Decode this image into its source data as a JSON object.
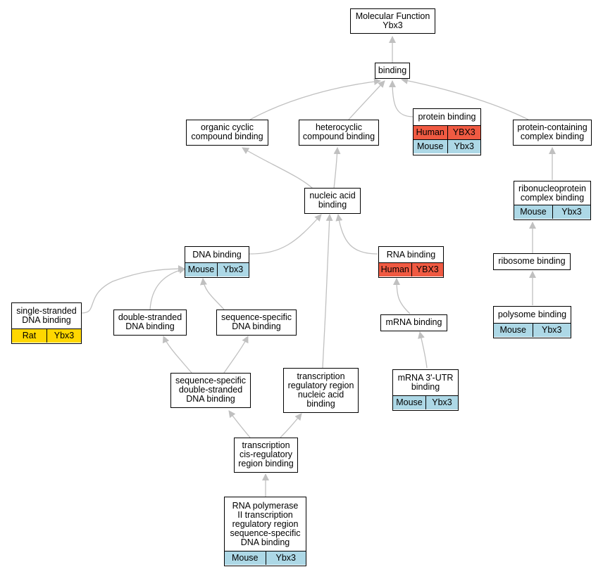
{
  "colors": {
    "mouse": "#add8e6",
    "human": "#f05a42",
    "rat": "#ffd700",
    "edge": "#c0c0c0"
  },
  "nodes": {
    "mf": {
      "lines": [
        "Molecular Function",
        "Ybx3"
      ]
    },
    "binding": {
      "lines": [
        "binding"
      ]
    },
    "ocb": {
      "lines": [
        "organic cyclic",
        "compound binding"
      ]
    },
    "hcb": {
      "lines": [
        "heterocyclic",
        "compound binding"
      ]
    },
    "pb": {
      "lines": [
        "protein binding"
      ],
      "ann": [
        [
          "Human",
          "YBX3"
        ],
        [
          "Mouse",
          "Ybx3"
        ]
      ]
    },
    "pccb": {
      "lines": [
        "protein-containing",
        "complex binding"
      ]
    },
    "nab": {
      "lines": [
        "nucleic acid",
        "binding"
      ]
    },
    "rcb": {
      "lines": [
        "ribonucleoprotein",
        "complex binding"
      ],
      "ann": [
        [
          "Mouse",
          "Ybx3"
        ]
      ]
    },
    "dna": {
      "lines": [
        "DNA binding"
      ],
      "ann": [
        [
          "Mouse",
          "Ybx3"
        ]
      ]
    },
    "rna": {
      "lines": [
        "RNA binding"
      ],
      "ann": [
        [
          "Human",
          "YBX3"
        ]
      ]
    },
    "ribo": {
      "lines": [
        "ribosome binding"
      ]
    },
    "ssdna": {
      "lines": [
        "single-stranded",
        "DNA binding"
      ],
      "ann": [
        [
          "Rat",
          "Ybx3"
        ]
      ]
    },
    "dsdna": {
      "lines": [
        "double-stranded",
        "DNA binding"
      ]
    },
    "seqdna": {
      "lines": [
        "sequence-specific",
        "DNA binding"
      ]
    },
    "mrna": {
      "lines": [
        "mRNA binding"
      ]
    },
    "poly": {
      "lines": [
        "polysome binding"
      ],
      "ann": [
        [
          "Mouse",
          "Ybx3"
        ]
      ]
    },
    "ssds": {
      "lines": [
        "sequence-specific",
        "double-stranded",
        "DNA binding"
      ]
    },
    "trna": {
      "lines": [
        "transcription",
        "regulatory region",
        "nucleic acid",
        "binding"
      ]
    },
    "utr": {
      "lines": [
        "mRNA 3'-UTR",
        "binding"
      ],
      "ann": [
        [
          "Mouse",
          "Ybx3"
        ]
      ]
    },
    "tcis": {
      "lines": [
        "transcription",
        "cis-regulatory",
        "region binding"
      ]
    },
    "rnap": {
      "lines": [
        "RNA polymerase",
        "II transcription",
        "regulatory region",
        "sequence-specific",
        "DNA binding"
      ],
      "ann": [
        [
          "Mouse",
          "Ybx3"
        ]
      ]
    }
  }
}
